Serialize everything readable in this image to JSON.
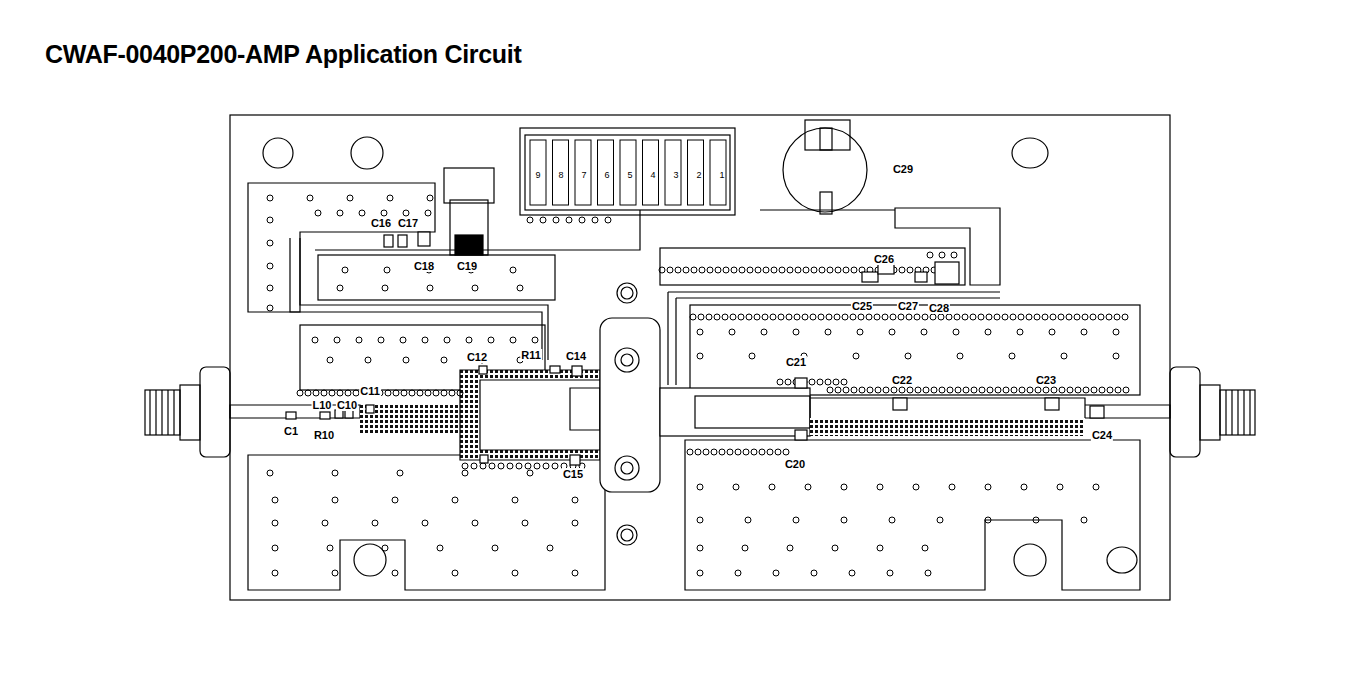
{
  "diagram": {
    "title": "CWAF-0040P200-AMP Application Circuit",
    "labels": [
      "C1",
      "R10",
      "L10",
      "C10",
      "C11",
      "C12",
      "R11",
      "C14",
      "C15",
      "C16",
      "C17",
      "C18",
      "C19",
      "C20",
      "C21",
      "C22",
      "C23",
      "C24",
      "C25",
      "C26",
      "C27",
      "C28",
      "C29",
      "9",
      "8",
      "7",
      "6",
      "5",
      "4",
      "3",
      "2",
      "1"
    ]
  }
}
